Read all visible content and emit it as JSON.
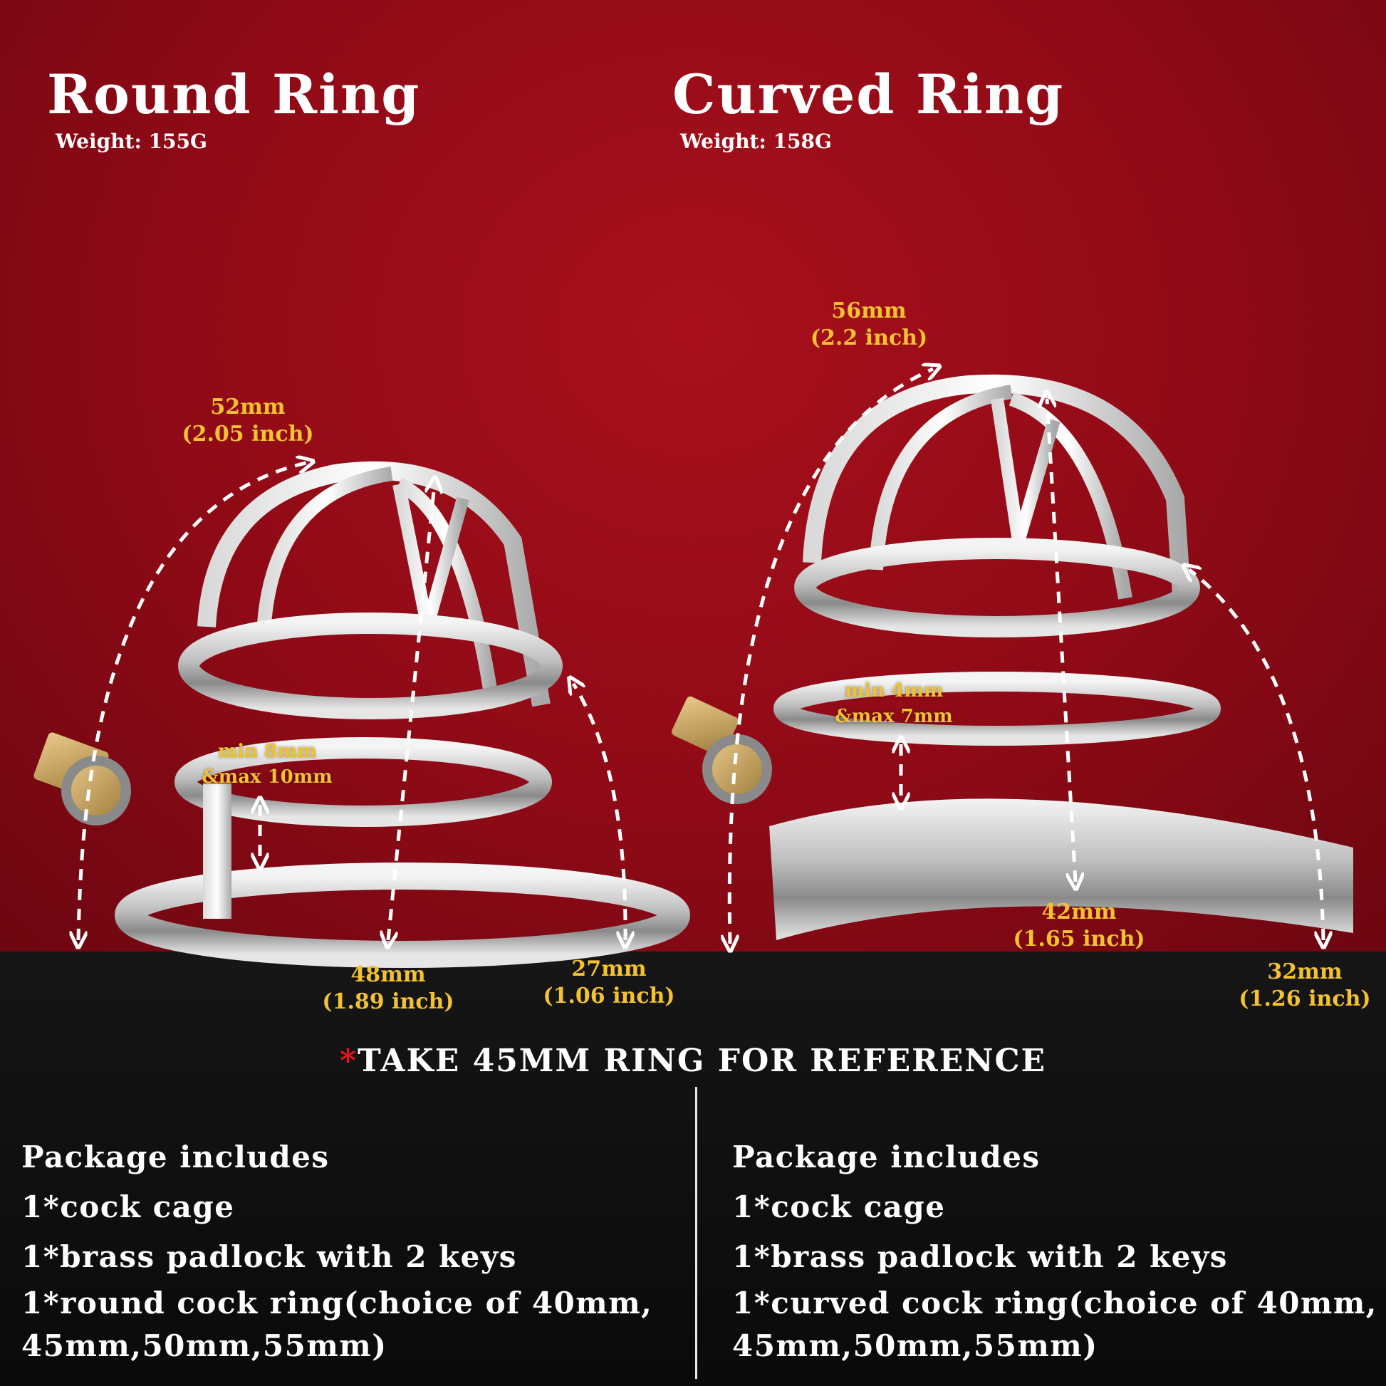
{
  "colors": {
    "accent": "#f2c230",
    "background_top": "#8e0a16",
    "background_bottom": "#0e0e0e",
    "asterisk": "#e01818"
  },
  "left": {
    "title": "Round Ring",
    "weight": "Weight:  155G",
    "length": {
      "mm": "52mm",
      "inch": "(2.05 inch)"
    },
    "gap": {
      "min": "min 8mm",
      "max": "&max 10mm"
    },
    "height_mid": {
      "mm": "48mm",
      "inch": "(1.89 inch)"
    },
    "height_front": {
      "mm": "27mm",
      "inch": "(1.06 inch)"
    },
    "package": {
      "heading": "Package includes",
      "items": [
        "1*cock cage",
        "1*brass padlock with 2 keys",
        "1*round cock ring(choice of 40mm, 45mm,50mm,55mm)"
      ]
    }
  },
  "right": {
    "title": "Curved Ring",
    "weight": "Weight:  158G",
    "length": {
      "mm": "56mm",
      "inch": "(2.2 inch)"
    },
    "gap": {
      "min": "min 4mm",
      "max": "&max 7mm"
    },
    "height_mid": {
      "mm": "42mm",
      "inch": "(1.65 inch)"
    },
    "height_front": {
      "mm": "32mm",
      "inch": "(1.26 inch)"
    },
    "package": {
      "heading": "Package includes",
      "items": [
        "1*cock cage",
        "1*brass padlock with 2 keys",
        "1*curved cock ring(choice of 40mm, 45mm,50mm,55mm)"
      ]
    }
  },
  "reference": {
    "star": "*",
    "text": "TAKE 45MM RING FOR REFERENCE"
  }
}
